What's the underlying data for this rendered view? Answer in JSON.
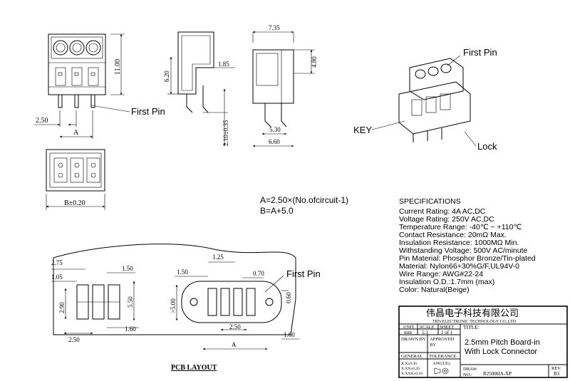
{
  "views": {
    "front": {
      "dim_pitch": "2.50",
      "dim_height": "11.00",
      "dim_a": "A",
      "first_pin": "First Pin"
    },
    "side": {
      "dim_620": "6.20",
      "dim_185": "1.85",
      "dim_210": "2.10±0.35"
    },
    "end": {
      "dim_735": "7.35",
      "dim_480": "4.80",
      "dim_530": "5.30",
      "dim_660": "6.60"
    },
    "bottom": {
      "dim_b": "B±0.20"
    },
    "iso": {
      "first_pin": "First Pin",
      "key": "KEY",
      "lock": "Lock"
    }
  },
  "formula": {
    "line1": "A=2.50×(No.ofcircuit-1)",
    "line2": "B=A+5.0"
  },
  "specs": {
    "title": "SPECIFICATIONS",
    "lines": [
      "Current Rating:  4A AC,DC",
      "Voltage Rating:  250V AC,DC",
      "Temperature Range:  -40℃ ~ +110℃",
      "Contact Resistance:  20mΩ Max.",
      "Insulation Resistance:  1000MΩ Min.",
      "Withstanding Voltage:  500V AC/minute",
      "Pin Material:  Phosphor Bronze/Tin-plated",
      "Material:  Nylon66+30%G/F,UL94V-0",
      "Wire Range: AWG#22-24",
      "Insulation O.D.:1.7mm (max)",
      "Color: Natural(Beige)"
    ]
  },
  "pcb": {
    "d_275": "2.75",
    "d_105": "1.05",
    "d_150a": "1.50",
    "d_290": "2.90",
    "d_550": "5.50",
    "d_250a": "2.50",
    "d_160a": "1.60",
    "d_125": "1.25",
    "d_150b": "1.50",
    "d_070": "0.70",
    "d_500": ">5.00",
    "d_060": "0.60",
    "d_250b": "2.50",
    "d_160b": "1.60",
    "d_a": "A",
    "first_pin": "First Pin",
    "label": "PCB LAYOUT"
  },
  "title_block": {
    "company_cn": "伟昌电子科技有限公司",
    "company_en": "TRN ELECTRONIC TECHNOLOGY CO.,LTD",
    "unit_label": "UNIT",
    "unit_value": "mm",
    "scale_label": "SCALE",
    "scale_value": "1:1",
    "sheet_label": "SHEET",
    "sheet_value": "1 of 1",
    "title_label": "TITLE:",
    "drawn_by": "DRAWN BY",
    "approved_by_1": "APPROVED",
    "approved_by_2": "BY",
    "title_line1": "2.5mm Pitch Board-in",
    "title_line2": "With Lock Connector",
    "general": "GENERAL",
    "tolerance": "TOLERANCE",
    "tol1": "X.X±0.30",
    "tol2": "X.XX±0.20",
    "tol3": "X.XXX±0.10",
    "angle": "ANGLE±",
    "draw_label": "DRAW",
    "no_label": "NO.:",
    "drawing_no": "R2500HA-XP",
    "rev_label": "REV.",
    "rev_value": "B3"
  }
}
